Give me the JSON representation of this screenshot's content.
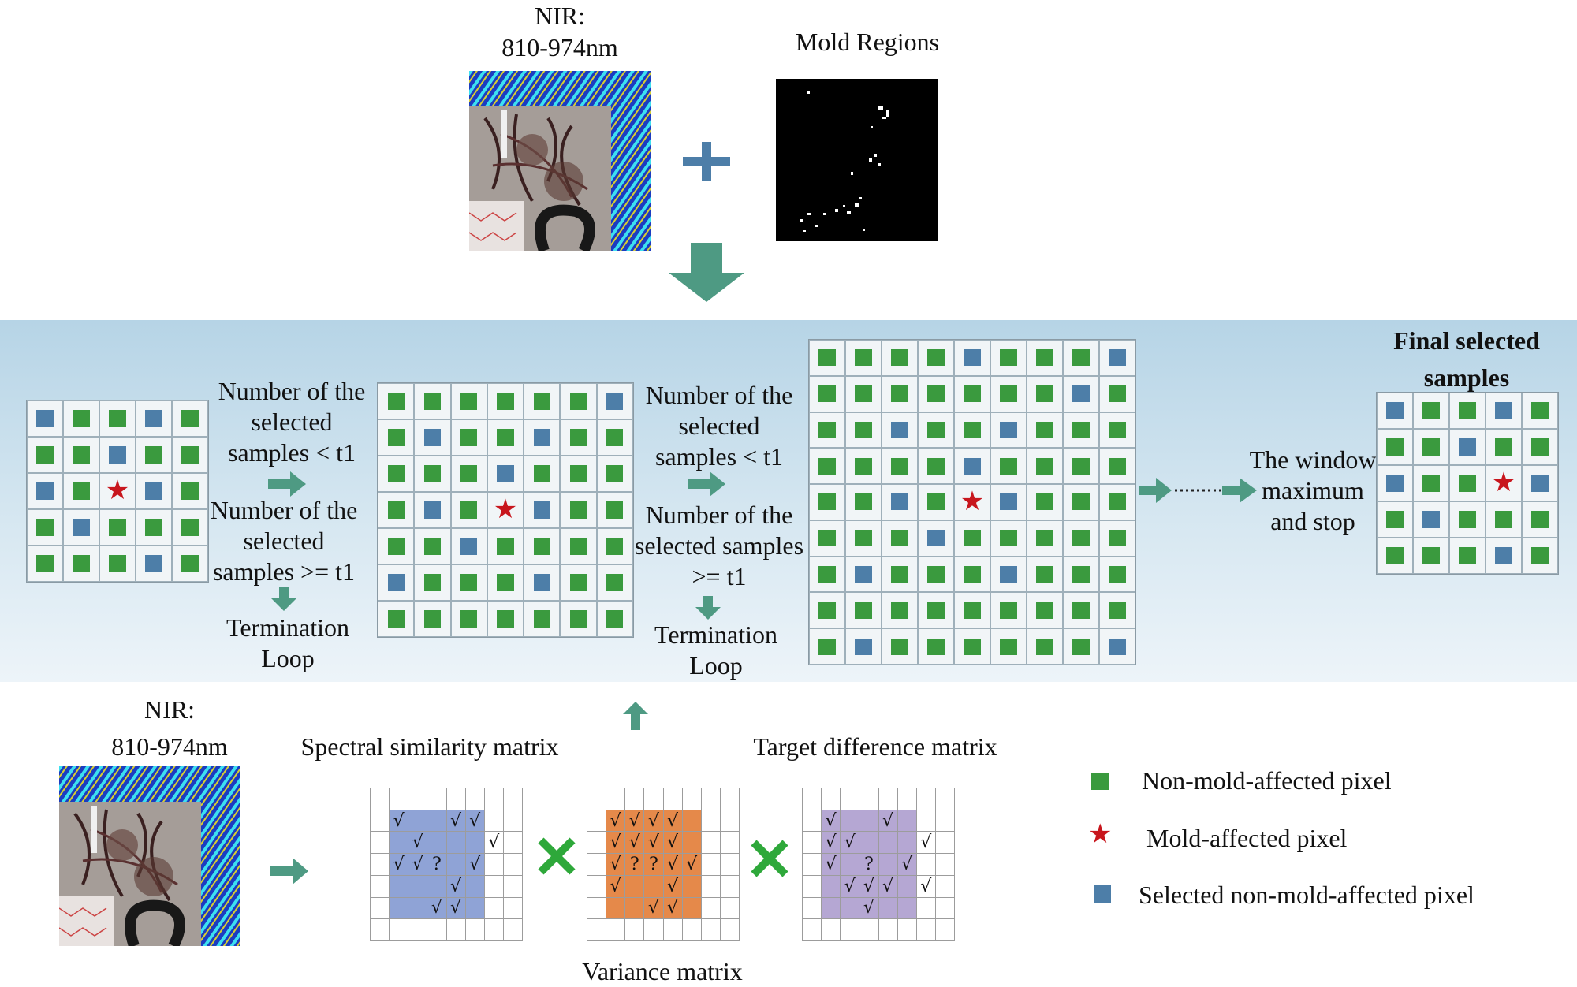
{
  "top": {
    "nir_title_line1": "NIR:",
    "nir_title_line2": "810-974nm",
    "mold_title": "Mold Regions"
  },
  "middle": {
    "cond1_less": [
      "Number of the",
      "selected",
      "samples < t1"
    ],
    "cond1_geq": [
      "Number of the",
      "selected",
      "samples >= t1"
    ],
    "termination1": [
      "Termination",
      "Loop"
    ],
    "cond2_less": [
      "Number of the",
      "selected",
      "samples < t1"
    ],
    "cond2_geq": [
      "Number of the",
      "selected samples",
      ">= t1"
    ],
    "termination2": [
      "Termination",
      "Loop"
    ],
    "window_text": [
      "The window",
      "maximum",
      "and stop"
    ],
    "final_title": [
      "Final selected",
      "samples"
    ],
    "grid1": [
      "BGGBG",
      "GGBGG",
      "BGSBG",
      "GBGGG",
      "GGGBG"
    ],
    "grid2": [
      "GGGGGGB",
      "GBGGBGG",
      "GGGBGGG",
      "GBGSBGG",
      "GGBGGGG",
      "BGGGBGG",
      "GGGGGGG"
    ],
    "grid3": [
      "GGGGBGGGB",
      "GGGGGGGBG",
      "GGBGGBGGG",
      "GGGGBGGGG",
      "GGBGSBGGG",
      "GGGBGGGGG",
      "GBGGGBGGG",
      "GGGGGGGGG",
      "GBGGGGGGB"
    ],
    "grid4": [
      "BGGBG",
      "GGBGG",
      "BGGSB",
      "GBGGG",
      "GGGBG"
    ]
  },
  "bottom": {
    "nir_title_line1": "NIR:",
    "nir_title_line2": "810-974nm",
    "spectral_label": "Spectral similarity matrix",
    "target_label": "Target difference  matrix",
    "variance_label": "Variance matrix",
    "matrix1": [
      "........",
      ".+..++..",
      "..+...+.",
      ".++?.+..",
      "....+...",
      "...++...",
      "........"
    ],
    "matrix2": [
      "........",
      ".++++...",
      ".++++...",
      ".+??++..",
      ".+..+...",
      "...++...",
      "........"
    ],
    "matrix3": [
      "........",
      ".+..+...",
      ".++...+.",
      ".+.?.+..",
      "..+++.+.",
      "...+....",
      "........"
    ],
    "check_symbol": "√",
    "question_symbol": "?"
  },
  "legend": {
    "items": [
      {
        "label": "Non-mold-affected pixel",
        "color": "#3a9a3e"
      },
      {
        "label": "Mold-affected pixel",
        "color": "#c8161d",
        "symbol": "★"
      },
      {
        "label": "Selected non-mold-affected pixel",
        "color": "#4d7ea8"
      }
    ]
  },
  "colors": {
    "arrow": "#4e9a83",
    "band": "#cfe3ef",
    "green": "#3a9a3e",
    "blue": "#4d7ea8",
    "star": "#c8161d",
    "matrix1_fill": "#8fa3d6",
    "matrix2_fill": "#e5894a",
    "matrix3_fill": "#b5a7d3",
    "cross": "#2ea83a"
  }
}
